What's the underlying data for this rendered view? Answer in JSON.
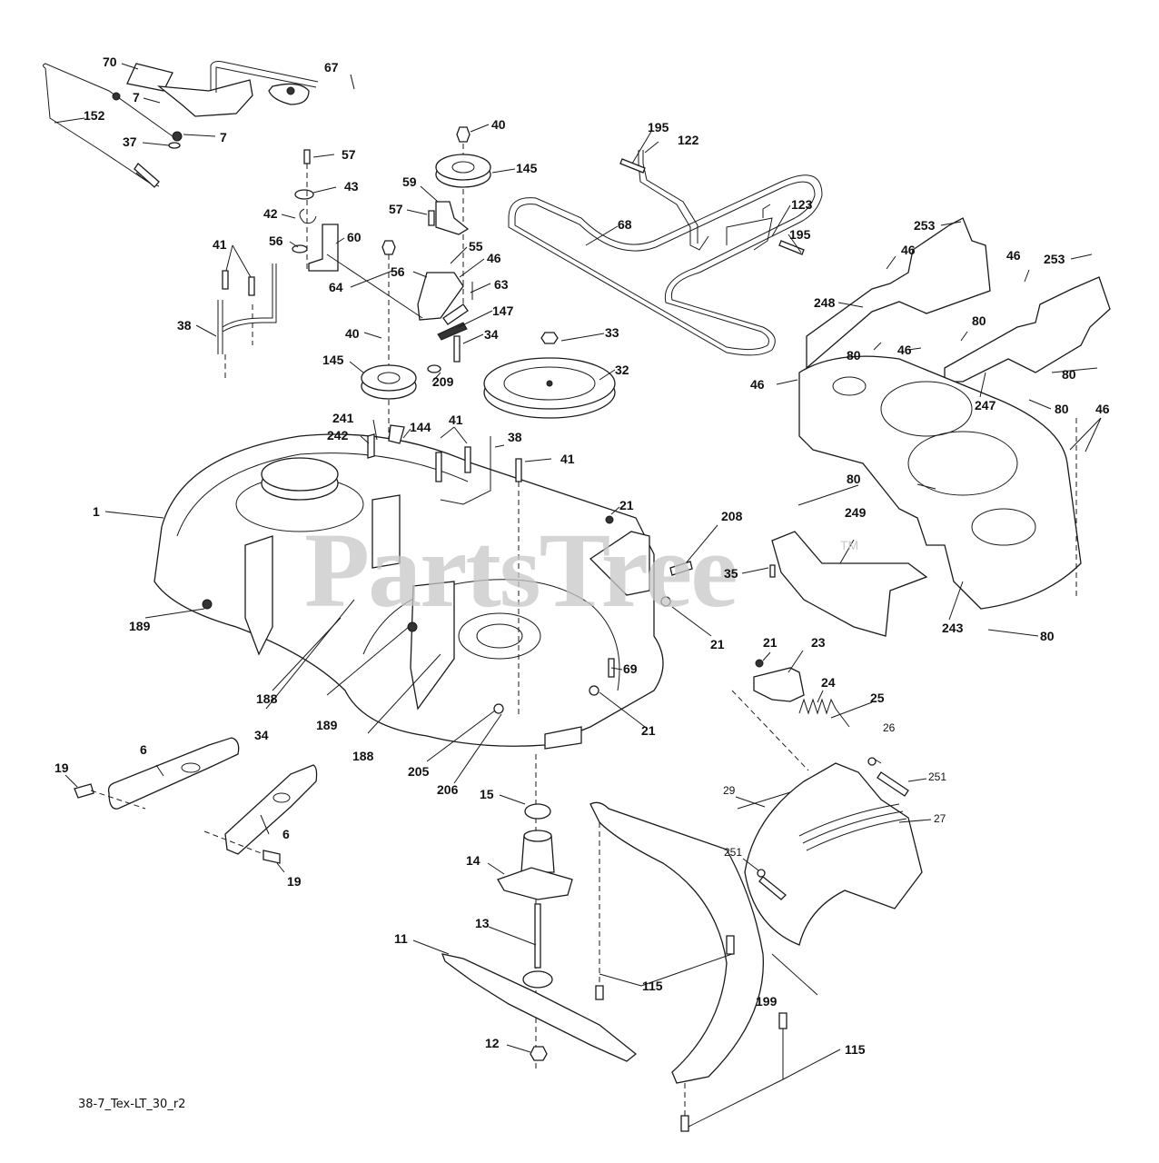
{
  "diagram": {
    "id_code": "38-7_Tex-LT_30_r2",
    "watermark": "PartsTree",
    "watermark_tm": "TM",
    "callouts": [
      {
        "key": "c70",
        "label": "70"
      },
      {
        "key": "c67",
        "label": "67"
      },
      {
        "key": "c7a",
        "label": "7"
      },
      {
        "key": "c7b",
        "label": "7"
      },
      {
        "key": "c152",
        "label": "152"
      },
      {
        "key": "c37",
        "label": "37"
      },
      {
        "key": "c40a",
        "label": "40"
      },
      {
        "key": "c145a",
        "label": "145"
      },
      {
        "key": "c57a",
        "label": "57"
      },
      {
        "key": "c43",
        "label": "43"
      },
      {
        "key": "c59",
        "label": "59"
      },
      {
        "key": "c42",
        "label": "42"
      },
      {
        "key": "c60",
        "label": "60"
      },
      {
        "key": "c56a",
        "label": "56"
      },
      {
        "key": "c57b",
        "label": "57"
      },
      {
        "key": "c55",
        "label": "55"
      },
      {
        "key": "c46a",
        "label": "46"
      },
      {
        "key": "c41a",
        "label": "41"
      },
      {
        "key": "c64",
        "label": "64"
      },
      {
        "key": "c56b",
        "label": "56"
      },
      {
        "key": "c63",
        "label": "63"
      },
      {
        "key": "c38a",
        "label": "38"
      },
      {
        "key": "c147",
        "label": "147"
      },
      {
        "key": "c34a",
        "label": "34"
      },
      {
        "key": "c40b",
        "label": "40"
      },
      {
        "key": "c145b",
        "label": "145"
      },
      {
        "key": "c209",
        "label": "209"
      },
      {
        "key": "c33",
        "label": "33"
      },
      {
        "key": "c32",
        "label": "32"
      },
      {
        "key": "c195a",
        "label": "195"
      },
      {
        "key": "c122",
        "label": "122"
      },
      {
        "key": "c68",
        "label": "68"
      },
      {
        "key": "c123",
        "label": "123"
      },
      {
        "key": "c195b",
        "label": "195"
      },
      {
        "key": "c253a",
        "label": "253"
      },
      {
        "key": "c46b",
        "label": "46"
      },
      {
        "key": "c46c",
        "label": "46"
      },
      {
        "key": "c253b",
        "label": "253"
      },
      {
        "key": "c248",
        "label": "248"
      },
      {
        "key": "c80a",
        "label": "80"
      },
      {
        "key": "c80b",
        "label": "80"
      },
      {
        "key": "c46d",
        "label": "46"
      },
      {
        "key": "c80c",
        "label": "80"
      },
      {
        "key": "c46e",
        "label": "46"
      },
      {
        "key": "c247",
        "label": "247"
      },
      {
        "key": "c80d",
        "label": "80"
      },
      {
        "key": "c46f",
        "label": "46"
      },
      {
        "key": "c80e",
        "label": "80"
      },
      {
        "key": "c241",
        "label": "241"
      },
      {
        "key": "c144",
        "label": "144"
      },
      {
        "key": "c41b",
        "label": "41"
      },
      {
        "key": "c242",
        "label": "242"
      },
      {
        "key": "c38b",
        "label": "38"
      },
      {
        "key": "c41c",
        "label": "41"
      },
      {
        "key": "c1",
        "label": "1"
      },
      {
        "key": "c21a",
        "label": "21"
      },
      {
        "key": "c208",
        "label": "208"
      },
      {
        "key": "c249",
        "label": "249"
      },
      {
        "key": "c35",
        "label": "35"
      },
      {
        "key": "c21b",
        "label": "21"
      },
      {
        "key": "c243",
        "label": "243"
      },
      {
        "key": "c80f",
        "label": "80"
      },
      {
        "key": "c189a",
        "label": "189"
      },
      {
        "key": "c69",
        "label": "69"
      },
      {
        "key": "c21c",
        "label": "21"
      },
      {
        "key": "c23",
        "label": "23"
      },
      {
        "key": "c188a",
        "label": "188"
      },
      {
        "key": "c34b",
        "label": "34"
      },
      {
        "key": "c189b",
        "label": "189"
      },
      {
        "key": "c24",
        "label": "24"
      },
      {
        "key": "c25",
        "label": "25"
      },
      {
        "key": "c21d",
        "label": "21"
      },
      {
        "key": "c188b",
        "label": "188"
      },
      {
        "key": "c205",
        "label": "205"
      },
      {
        "key": "c206",
        "label": "206"
      },
      {
        "key": "c26",
        "label": "26"
      },
      {
        "key": "c6a",
        "label": "6"
      },
      {
        "key": "c19a",
        "label": "19"
      },
      {
        "key": "c251a",
        "label": "251"
      },
      {
        "key": "c29",
        "label": "29"
      },
      {
        "key": "c15",
        "label": "15"
      },
      {
        "key": "c27",
        "label": "27"
      },
      {
        "key": "c6b",
        "label": "6"
      },
      {
        "key": "c19b",
        "label": "19"
      },
      {
        "key": "c14",
        "label": "14"
      },
      {
        "key": "c251b",
        "label": "251"
      },
      {
        "key": "c13",
        "label": "13"
      },
      {
        "key": "c11",
        "label": "11"
      },
      {
        "key": "c115a",
        "label": "115"
      },
      {
        "key": "c199",
        "label": "199"
      },
      {
        "key": "c12",
        "label": "12"
      },
      {
        "key": "c115b",
        "label": "115"
      }
    ]
  }
}
